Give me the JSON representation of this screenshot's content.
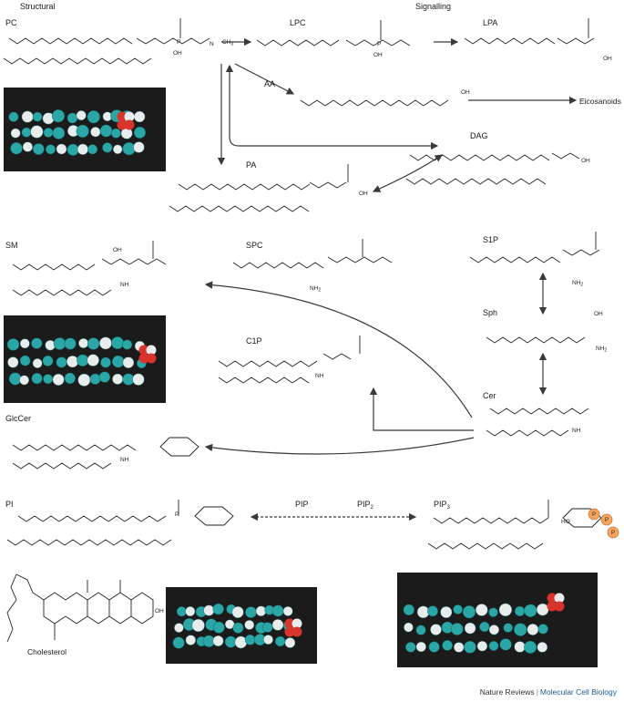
{
  "headers": {
    "structural": "Structural",
    "signalling": "Signalling"
  },
  "lipids": {
    "pc": "PC",
    "lpc": "LPC",
    "lpa": "LPA",
    "aa": "AA",
    "eicosanoids": "Eicosanoids",
    "dag": "DAG",
    "pa": "PA",
    "sm": "SM",
    "spc": "SPC",
    "s1p": "S1P",
    "sph": "Sph",
    "c1p": "C1P",
    "cer": "Cer",
    "glccer": "GlcCer",
    "pi": "PI",
    "pip": "PIP",
    "pip2": "PIP",
    "pip2_sub": "2",
    "pip3": "PIP",
    "pip3_sub": "3",
    "cholesterol": "Cholesterol"
  },
  "atoms": {
    "o": "O",
    "oh": "OH",
    "p": "P",
    "nh": "NH",
    "nh2": "NH",
    "nh2_sub": "2",
    "nplus": "N",
    "ch3": "CH",
    "ch3_sub": "3",
    "ho": "HO",
    "pbadge": "P"
  },
  "credit": {
    "publisher": "Nature Reviews",
    "separator": "|",
    "journal": "Molecular Cell Biology"
  },
  "colors": {
    "ink": "#222222",
    "arrow": "#3a3a3a",
    "model_bg": "#1b1b1b",
    "carbon": "#2aa6a6",
    "hydrogen": "#e9ecec",
    "oxygen": "#d9342b",
    "phosphate_badge": "#f4a460"
  }
}
